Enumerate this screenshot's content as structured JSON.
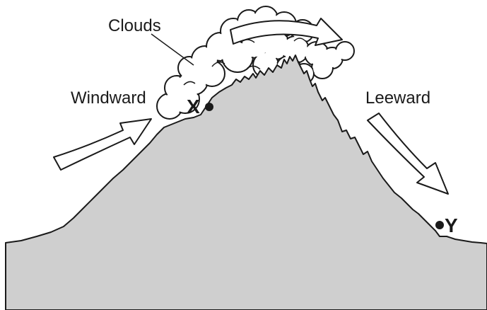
{
  "labels": {
    "clouds": "Clouds",
    "windward": "Windward",
    "leeward": "Leeward",
    "point_x": "X",
    "point_y": "Y"
  },
  "colors": {
    "mountain_fill": "#cfcfcf",
    "outline": "#1a1a1a",
    "cloud_fill": "#ffffff",
    "arrow_fill": "#ffffff",
    "background": "#ffffff"
  }
}
